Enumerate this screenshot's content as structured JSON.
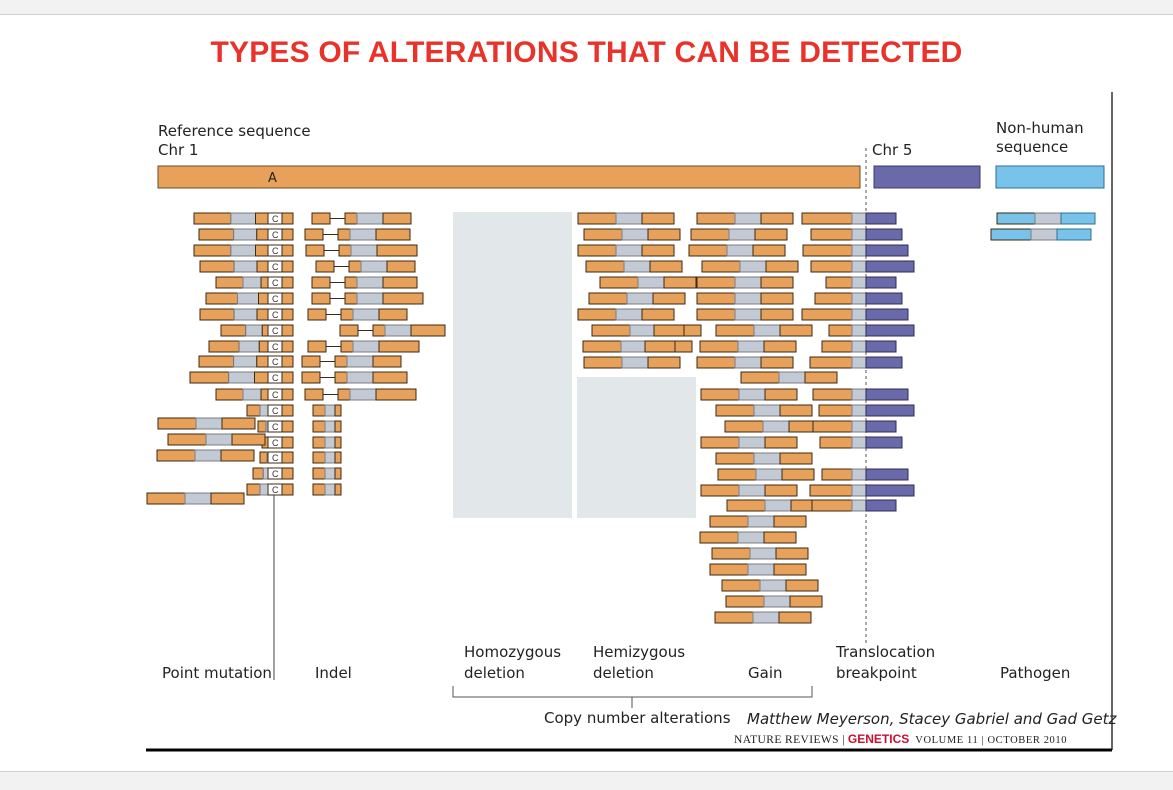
{
  "title": "TYPES OF ALTERATIONS THAT CAN BE DETECTED",
  "figure": {
    "reference_sequence": "Reference sequence",
    "chr1": "Chr 1",
    "allele": "A",
    "chr5": "Chr 5",
    "non_human_line1": "Non-human",
    "non_human_line2": "sequence",
    "read_base": "C",
    "categories": {
      "point_mutation": "Point mutation",
      "indel": "Indel",
      "homozygous_line1": "Homozygous",
      "homozygous_line2": "deletion",
      "hemizygous_line1": "Hemizygous",
      "hemizygous_line2": "deletion",
      "gain": "Gain",
      "translocation_line1": "Translocation",
      "translocation_line2": "breakpoint",
      "pathogen": "Pathogen",
      "copy_number": "Copy number alterations"
    },
    "authors": "Matthew Meyerson, Stacey Gabriel and Gad Getz",
    "journal_prefix": "NATURE REVIEWS |",
    "journal_name": "GENETICS",
    "journal_suffix": "VOLUME 11 | OCTOBER 2010"
  },
  "colors": {
    "title": "#e8322a",
    "chr1": "#e7a15a",
    "chr5": "#6a6aaa",
    "pathogen": "#79c3ea",
    "read_overlap": "#c3cad3",
    "deletion_zone": "#e2e8ea"
  }
}
